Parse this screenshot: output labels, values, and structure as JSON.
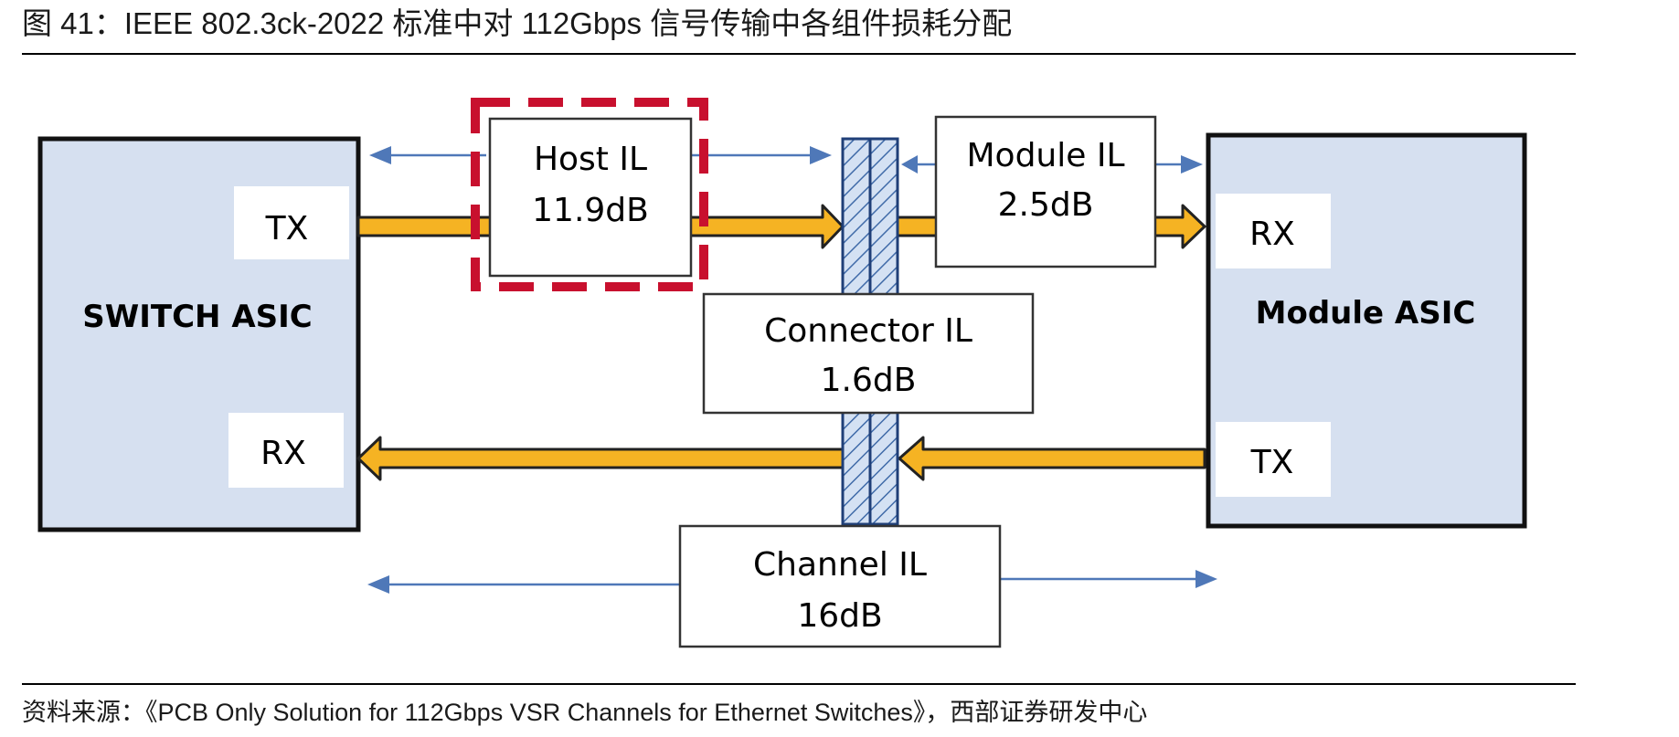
{
  "figure": {
    "caption": "图 41：IEEE 802.3ck-2022 标准中对 112Gbps 信号传输中各组件损耗分配",
    "source": "资料来源：《PCB Only Solution for 112Gbps VSR Channels for Ethernet Switches》，西部证券研发中心"
  },
  "diagram": {
    "switch_asic": {
      "label": "SWITCH ASIC",
      "tx": "TX",
      "rx": "RX"
    },
    "module_asic": {
      "label": "Module ASIC",
      "rx": "RX",
      "tx": "TX"
    },
    "host_il": {
      "name": "Host IL",
      "value": "11.9dB"
    },
    "module_il": {
      "name": "Module IL",
      "value": "2.5dB"
    },
    "connector_il": {
      "name": "Connector IL",
      "value": "1.6dB"
    },
    "channel_il": {
      "name": "Channel IL",
      "value": "16dB"
    }
  },
  "colors": {
    "asic_fill": "#d6e0f0",
    "signal_arrow": "#f5b323",
    "dimension_arrow": "#4f78b8",
    "highlight_dash": "#c8102e",
    "connector_fill": "#a9c0e4"
  }
}
